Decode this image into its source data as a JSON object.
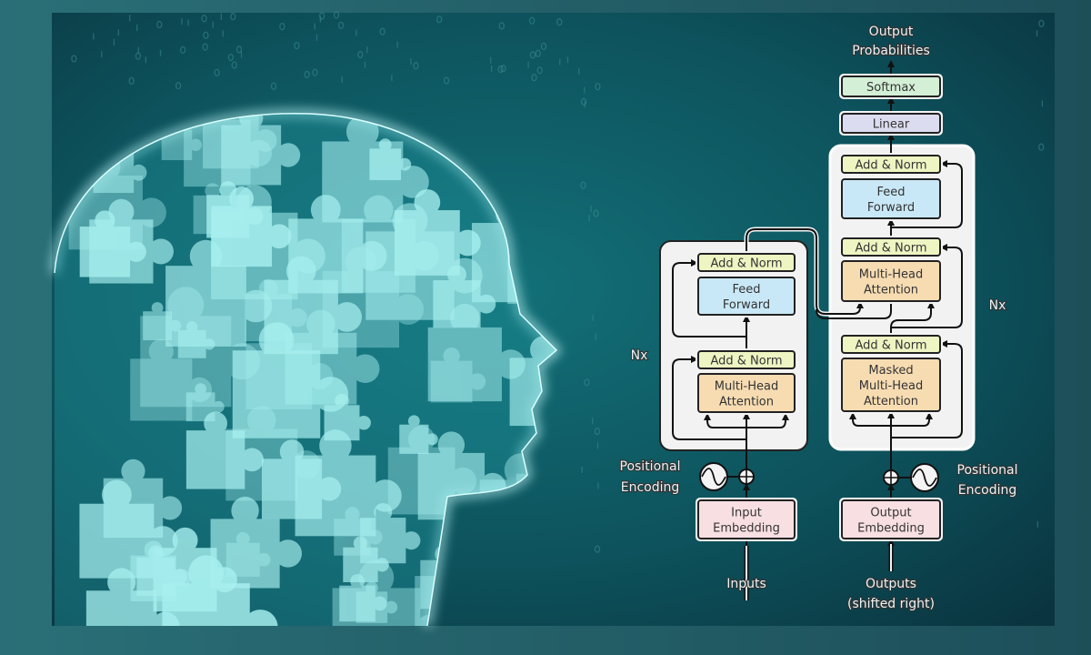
{
  "diagram": {
    "output_label": [
      "Output",
      "Probabilities"
    ],
    "softmax": "Softmax",
    "linear": "Linear",
    "decoder": {
      "add_norm_top": "Add & Norm",
      "feed_forward": [
        "Feed",
        "Forward"
      ],
      "add_norm_mid": "Add & Norm",
      "cross_attention": [
        "Multi-Head",
        "Attention"
      ],
      "add_norm_bottom": "Add & Norm",
      "masked_attention": [
        "Masked",
        "Multi-Head",
        "Attention"
      ],
      "repeat": "Nx"
    },
    "encoder": {
      "add_norm_top": "Add & Norm",
      "feed_forward": [
        "Feed",
        "Forward"
      ],
      "add_norm_bottom": "Add & Norm",
      "attention": [
        "Multi-Head",
        "Attention"
      ],
      "repeat": "Nx"
    },
    "positional_encoding_left": [
      "Positional",
      "Encoding"
    ],
    "positional_encoding_right": [
      "Positional",
      "Encoding"
    ],
    "input_embedding": [
      "Input",
      "Embedding"
    ],
    "output_embedding": [
      "Output",
      "Embedding"
    ],
    "inputs": "Inputs",
    "outputs": [
      "Outputs",
      "(shifted right)"
    ]
  },
  "colors": {
    "background": "#0f5a63",
    "softmax": "#d3efd6",
    "linear": "#dcdcf0",
    "add_norm": "#eef5c2",
    "feed_forward": "#c9e8f7",
    "attention": "#f7dcb2",
    "embedding": "#f8dfe2",
    "block": "#f2f2f2",
    "head_glow": "#a8f0f0"
  }
}
